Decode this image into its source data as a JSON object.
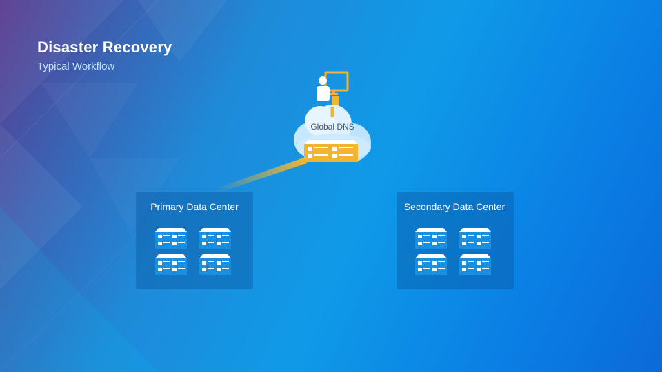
{
  "slide": {
    "title": "Disaster Recovery",
    "subtitle": "Typical Workflow"
  },
  "nodes": {
    "dns": {
      "label": "Global DNS",
      "icon": "gold-server-icon"
    },
    "primary": {
      "label": "Primary Data Center",
      "servers": 4
    },
    "secondary": {
      "label": "Secondary Data Center",
      "servers": 4
    }
  },
  "icons": {
    "admin": "admin-at-monitor-icon",
    "cloud": "cloud-icon",
    "server": "server-icon"
  },
  "colors": {
    "accent_gold": "#f2b431",
    "server_blue": "#1a8fe0",
    "panel": "#0a55a0",
    "title": "#ffffff",
    "subtitle": "#bfe6ff"
  }
}
